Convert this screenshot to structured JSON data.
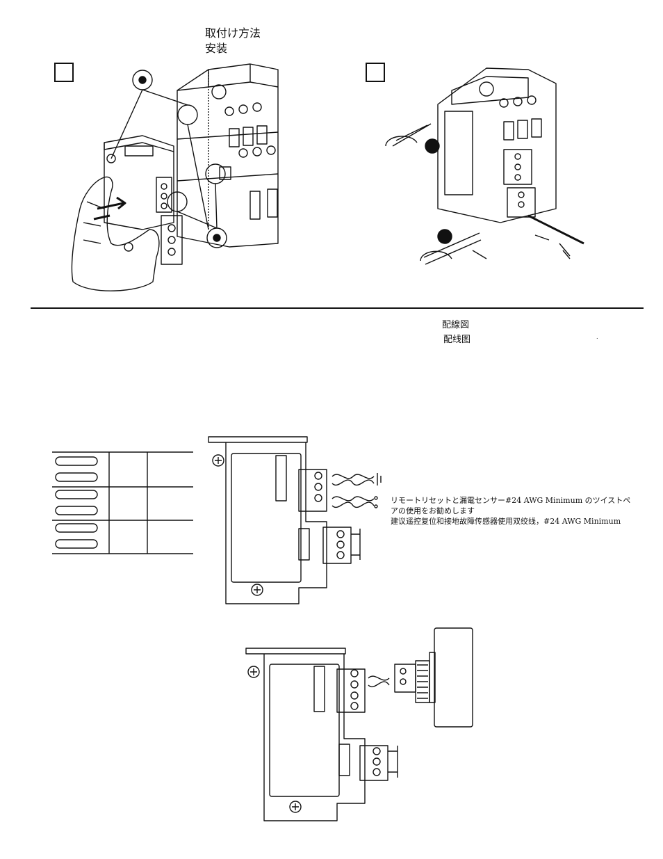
{
  "header": {
    "title_jp": "取付け方法",
    "title_cn": "安装"
  },
  "wiring": {
    "title_jp": "配線図",
    "title_cn": "配线图",
    "mark": "."
  },
  "note": {
    "line1": "リモートリセットと漏電センサー#24 AWG Minimum のツイストペ",
    "line2": "アの使用をお勧めします",
    "line3": "建议遥控复位和接地故障传感器使用双绞线，#24 AWG Minimum"
  },
  "colors": {
    "ink": "#111111",
    "paper": "#ffffff",
    "accent": "#111111"
  }
}
